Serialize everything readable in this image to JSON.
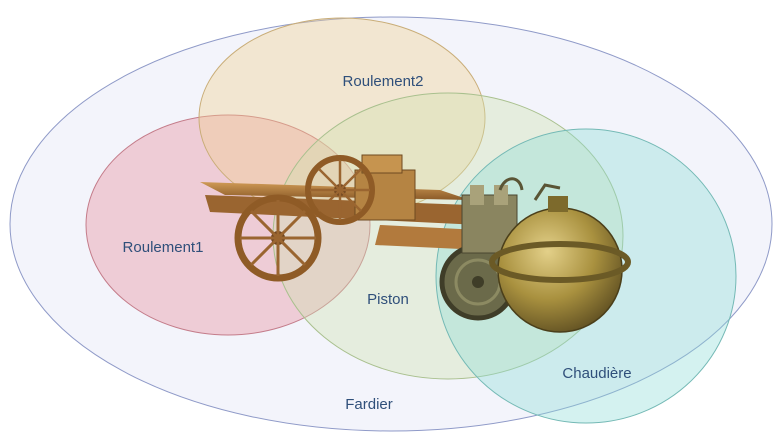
{
  "diagram": {
    "regions": {
      "fardier": {
        "label": "Fardier",
        "color": "#a8b4e0"
      },
      "roulement1": {
        "label": "Roulement1",
        "color": "#e78c9c"
      },
      "roulement2": {
        "label": "Roulement2",
        "color": "#f2cf8f"
      },
      "piston": {
        "label": "Piston",
        "color": "#cfe3b0"
      },
      "chaudiere": {
        "label": "Chaudière",
        "color": "#8fdcd8"
      }
    },
    "image": {
      "subject": "cugnot-steam-wagon",
      "wood_color": "#b07a3c",
      "metal_color": "#9c8a4a"
    }
  }
}
